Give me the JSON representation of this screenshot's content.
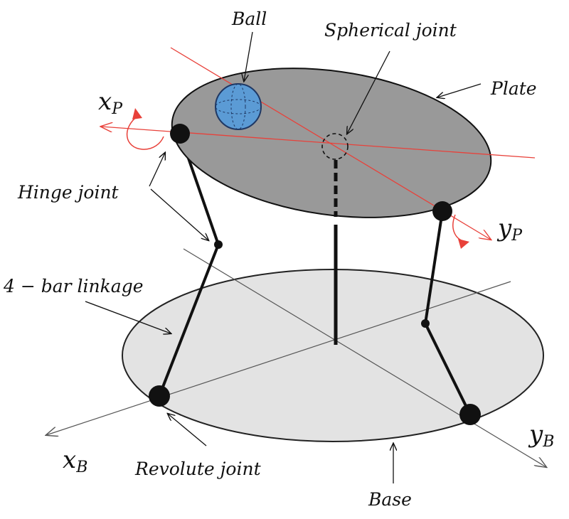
{
  "labels": {
    "ball": "Ball",
    "spherical_joint": "Spherical joint",
    "plate": "Plate",
    "hinge_joint": "Hinge joint",
    "linkage": "4 − bar linkage",
    "revolute_joint": "Revolute joint",
    "base": "Base"
  },
  "axes": {
    "xp": {
      "main": "x",
      "sub": "P"
    },
    "yp": {
      "main": "y",
      "sub": "P"
    },
    "xb": {
      "main": "x",
      "sub": "B"
    },
    "yb": {
      "main": "y",
      "sub": "B"
    }
  },
  "colors": {
    "plate_fill": "#999999",
    "base_fill": "#e3e3e3",
    "ball_fill": "#5b9bd5",
    "ball_stroke": "#1f3864",
    "axis_red": "#e8413a",
    "link": "#111111"
  }
}
